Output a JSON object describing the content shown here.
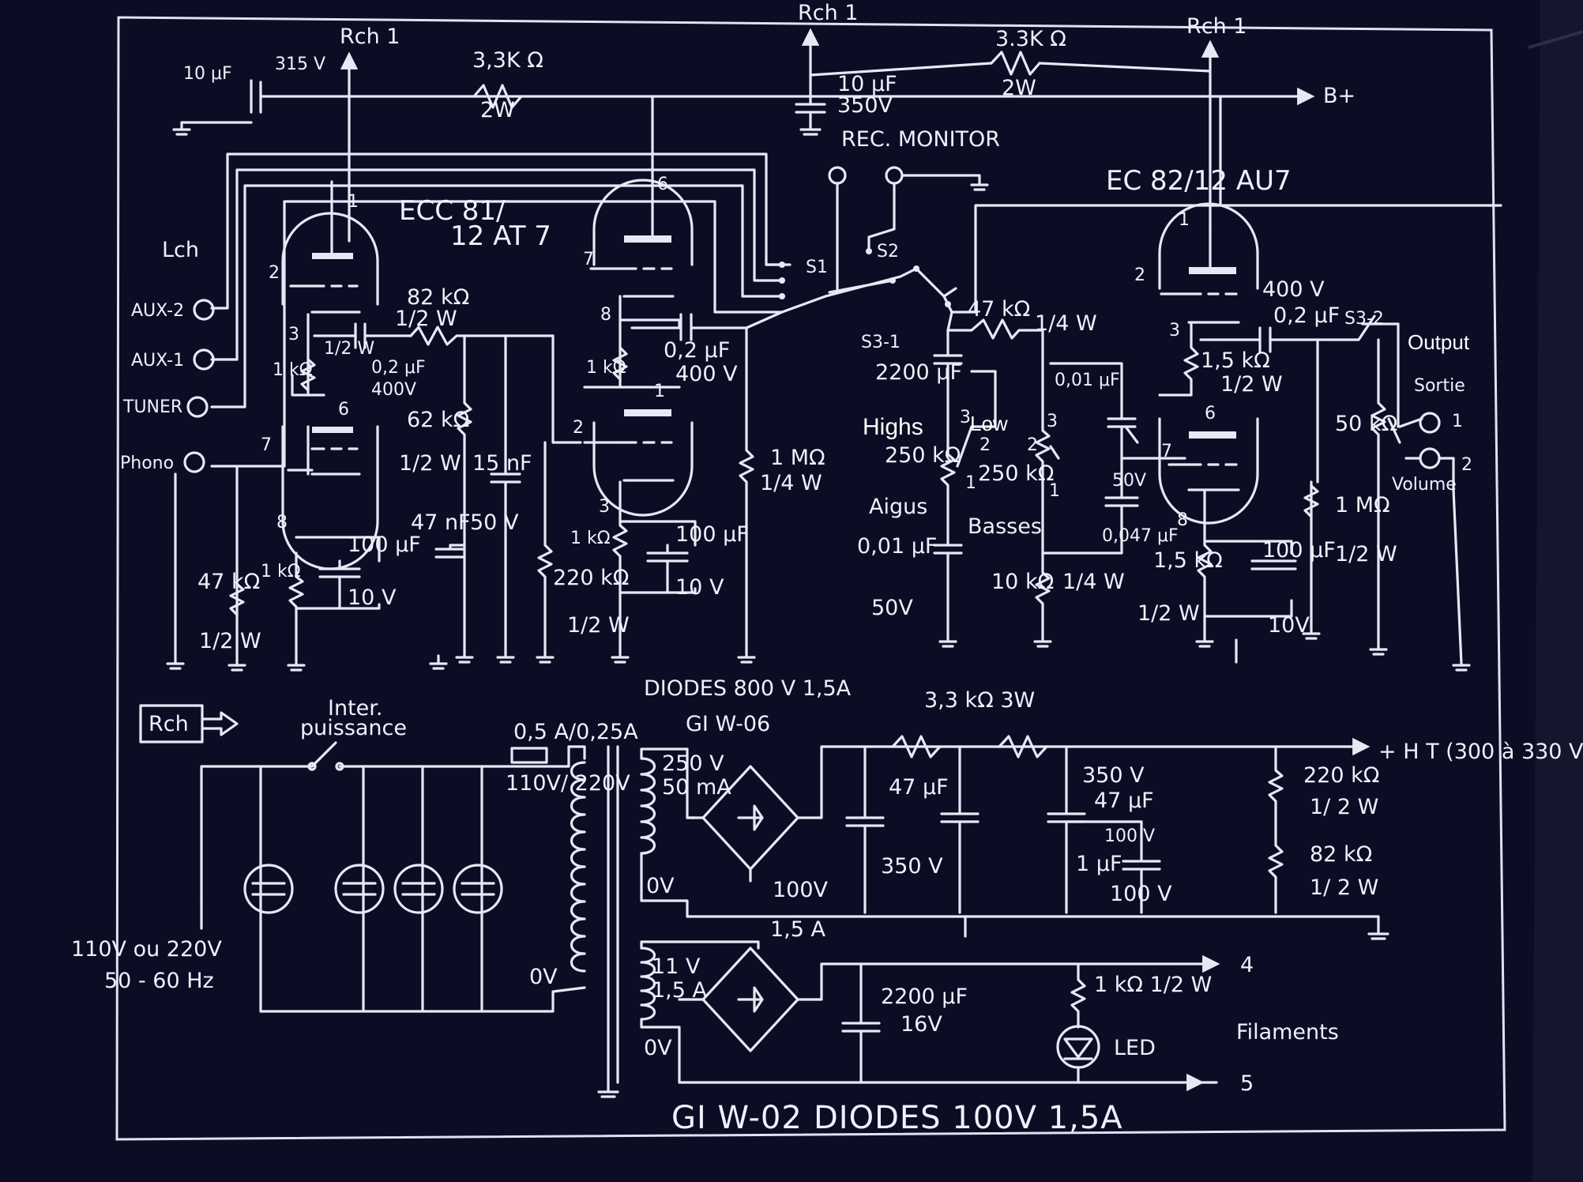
{
  "rails": {
    "rch_left": "Rch 1",
    "rch_mid": "Rch 1",
    "rch_right": "Rch 1",
    "b_plus": "B+",
    "cap_in_value": "10 μF",
    "cap_in_voltage": "315 V",
    "r_left_value": "3,3K Ω",
    "r_left_power": "2W",
    "r_right_value": "3.3K Ω",
    "r_right_power": "2W",
    "cap_mid_value": "10 μF",
    "cap_mid_voltage": "350V",
    "rec_monitor": "REC. MONITOR"
  },
  "inputs": {
    "channel": "Lch",
    "items": [
      "AUX-2",
      "AUX-1",
      "TUNER",
      "Phono"
    ]
  },
  "tubes": {
    "tube1": "ECC 81/",
    "tube1_alt": "12 AT 7",
    "tube2": "EC 82/12 AU7",
    "pins_t1": [
      "1",
      "2",
      "3",
      "6",
      "7",
      "8"
    ],
    "pins_t2": [
      "6",
      "7",
      "8",
      "1",
      "2",
      "3"
    ],
    "pins_t3": [
      "1",
      "2",
      "3",
      "6",
      "7",
      "8"
    ]
  },
  "stage1": {
    "r_cath_value": "1 kΩ",
    "r_cath_power": "1/2 W",
    "c_couple_value": "0,2 μF",
    "c_couple_voltage": "400V",
    "r_plate_value": "82 kΩ",
    "r_plate_power": "1/2 W",
    "r_62_value": "62 kΩ",
    "r_62_power": "1/2 W",
    "c_15_value": "15 nF",
    "c_47_value": "47 nF",
    "c_50_voltage": "50 V",
    "r_47_value": "47 kΩ",
    "r_47_power": "1/2 W",
    "r_cath2_value": "1 kΩ",
    "c_100_value": "100 μF",
    "c_100_voltage": "10 V"
  },
  "stage2": {
    "r_cath_value": "1 kΩ",
    "c_couple_value": "0,2 μF",
    "c_couple_voltage": "400 V",
    "r_grid_value": "1 MΩ",
    "r_grid_power": "1/4 W",
    "r_cath2_value": "1 kΩ",
    "r_220_value": "220 kΩ",
    "r_220_power": "1/2 W",
    "c_100_value": "100 μF",
    "c_100_voltage": "10 V"
  },
  "switches": {
    "s1": "S1",
    "s2": "S2",
    "s3_1": "S3-1",
    "s3_2": "S3-2"
  },
  "tone": {
    "r47_value": "47 kΩ",
    "r47_power": "1/4 W",
    "c2200_value": "2200 μF",
    "highs_label": "Highs",
    "low_label": "Low",
    "pot_highs_value": "250 kΩ",
    "aigus": "Aigus",
    "c_001_value": "0,01 μF",
    "c_001_voltage": "50V",
    "pot_bass_value": "250 kΩ",
    "basses": "Basses",
    "r10_value": "10 kΩ",
    "r10_power": "1/4 W",
    "c_top_value": "0,01 μF",
    "c_0047_value": "0,047 μF",
    "c_50v": "50V",
    "pins": [
      "3",
      "2",
      "1",
      "3",
      "2",
      "1"
    ]
  },
  "stage3": {
    "v400": "400 V",
    "c_couple_value": "0,2 μF",
    "r15_value": "1,5 kΩ",
    "r15_power": "1/2 W",
    "r15b_value": "1,5 kΩ",
    "r15b_power": "1/2 W",
    "c100_value": "100 μF",
    "c100_voltage": "10V",
    "r1m_value": "1 MΩ",
    "r1m_power": "1/2 W",
    "vol_value": "50 kΩ",
    "volume": "Volume",
    "output_label": "Output",
    "sortie": "Sortie",
    "out_pins": [
      "1",
      "2"
    ]
  },
  "power": {
    "rch_box": "Rch",
    "switch_label_1": "Inter.",
    "switch_label_2": "puissance",
    "fuse": "0,5 A/0,25A",
    "mains_primary": "110V/ 220V",
    "zero_v": "0V",
    "mains_in_1": "110V ou 220V",
    "mains_in_2": "50 - 60 Hz",
    "diodes_top": "DIODES 800 V 1,5A",
    "gi_w06": "GI W-06",
    "sec_hv_1": "250 V",
    "sec_hv_2": "50 mA",
    "hv_zero": "0V",
    "v100": "100V",
    "r33_value": "3,3 kΩ 3W",
    "c47a_value": "47 μF",
    "c47a_voltage": "350 V",
    "c47b_voltage": "350 V",
    "c47b_value": "47 μF",
    "c_100v": "100 V",
    "c_1uF": "1 μF",
    "c_100v_b": "100 V",
    "ht_out": "+ H T (300 à 330 V)",
    "r220_value": "220 kΩ",
    "r220_power": "1/ 2 W",
    "r82_value": "82 kΩ",
    "r82_power": "1/ 2 W",
    "current_15": "1,5 A",
    "fil_sec_1": "11 V",
    "fil_sec_2": "1,5 A",
    "fil_zero": "0V",
    "c2200_value": "2200 μF",
    "c2200_voltage": "16V",
    "r1k_value": "1 kΩ 1/2 W",
    "led": "LED",
    "filaments": "Filaments",
    "out4": "4",
    "out5": "5",
    "diodes_bottom_id": "GI W-02",
    "diodes_bottom": "DIODES 100V 1,5A"
  }
}
